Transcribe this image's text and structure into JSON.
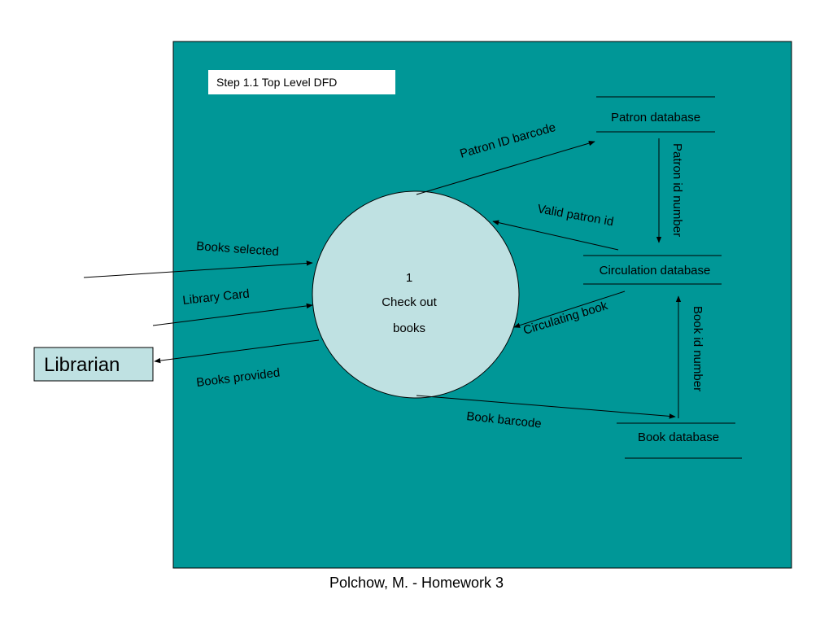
{
  "colors": {
    "panel": "#009797",
    "process_fill": "#bfe1e2",
    "entity_fill": "#bfe1e2",
    "title_fill": "#ffffff",
    "stroke": "#000000"
  },
  "title": "Step 1.1 Top Level DFD",
  "process": {
    "number": "1",
    "line1": "Check out",
    "line2": "books"
  },
  "external_entity": {
    "label": "Librarian"
  },
  "data_stores": {
    "patron": "Patron database",
    "circulation": "Circulation database",
    "book": "Book database"
  },
  "flows": {
    "books_selected": "Books selected",
    "library_card": "Library Card",
    "books_provided": "Books provided",
    "patron_id_barcode": "Patron ID barcode",
    "valid_patron_id": "Valid patron id",
    "circulating_book": "Circulating book",
    "book_barcode": "Book barcode",
    "patron_id_number": "Patron id number",
    "book_id_number": "Book id number"
  },
  "footer": "Polchow, M. - Homework 3"
}
